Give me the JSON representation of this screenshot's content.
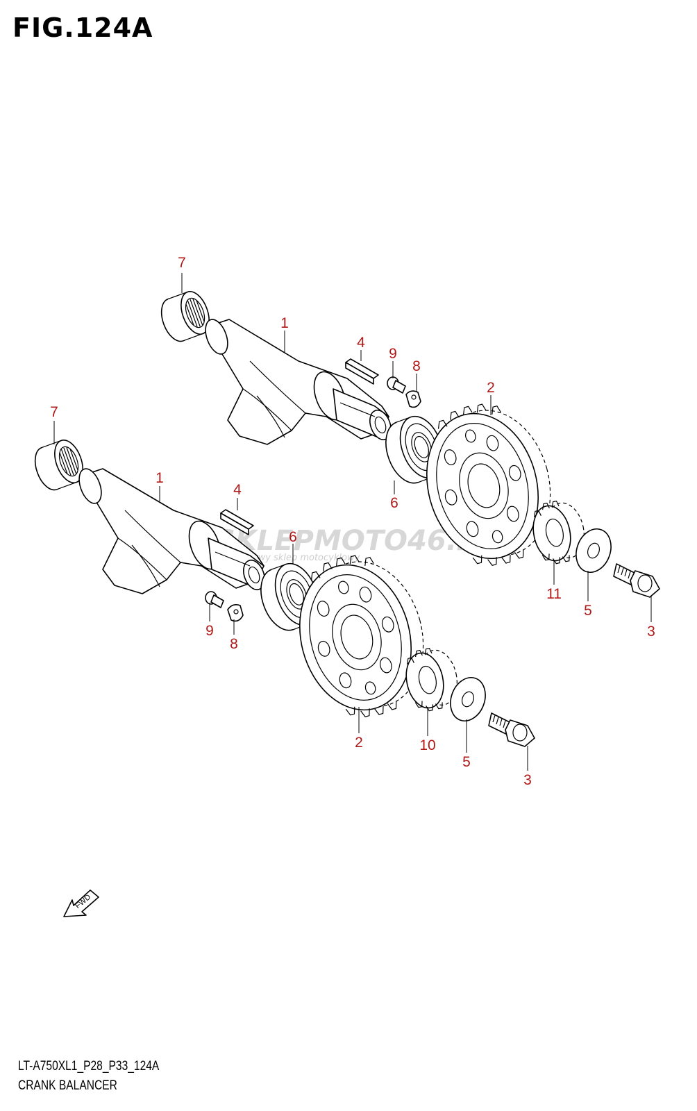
{
  "figure": {
    "title": "FIG.124A"
  },
  "footer": {
    "code": "LT-A750XL1_P28_P33_124A",
    "name": "CRANK BALANCER"
  },
  "watermark": {
    "brand": "SKLEPMOTO46.PL",
    "tagline": "internetowy sklep motocyklowy"
  },
  "fwd_label": "FWD",
  "callout_color": "#b01818",
  "callouts": [
    {
      "id": "c7a",
      "label": "7"
    },
    {
      "id": "c1a",
      "label": "1"
    },
    {
      "id": "c4a",
      "label": "4"
    },
    {
      "id": "c9a",
      "label": "9"
    },
    {
      "id": "c8a",
      "label": "8"
    },
    {
      "id": "c2a",
      "label": "2"
    },
    {
      "id": "c6a",
      "label": "6"
    },
    {
      "id": "c7b",
      "label": "7"
    },
    {
      "id": "c1b",
      "label": "1"
    },
    {
      "id": "c4b",
      "label": "4"
    },
    {
      "id": "c6b",
      "label": "6"
    },
    {
      "id": "c11",
      "label": "11"
    },
    {
      "id": "c5a",
      "label": "5"
    },
    {
      "id": "c3a",
      "label": "3"
    },
    {
      "id": "c9b",
      "label": "9"
    },
    {
      "id": "c8b",
      "label": "8"
    },
    {
      "id": "c2b",
      "label": "2"
    },
    {
      "id": "c10",
      "label": "10"
    },
    {
      "id": "c5b",
      "label": "5"
    },
    {
      "id": "c3b",
      "label": "3"
    }
  ]
}
